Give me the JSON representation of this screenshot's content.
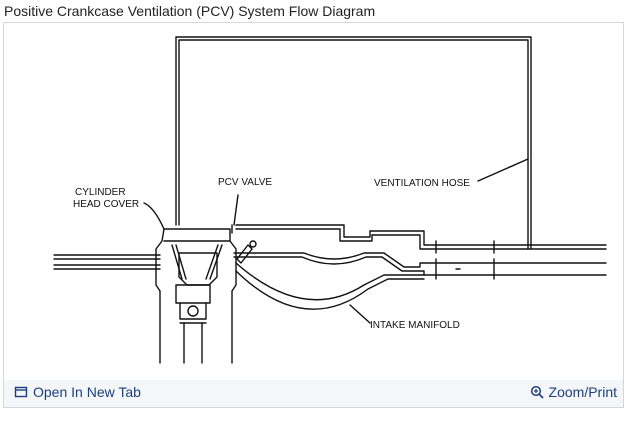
{
  "page": {
    "title": "Positive Crankcase Ventilation (PCV) System Flow Diagram"
  },
  "diagram": {
    "labels": {
      "cylinder_head_cover_line1": "CYLINDER",
      "cylinder_head_cover_line2": "HEAD COVER",
      "pcv_valve": "PCV VALVE",
      "ventilation_hose": "VENTILATION HOSE",
      "intake_manifold": "INTAKE MANIFOLD"
    }
  },
  "toolbar": {
    "open_new_tab_label": "Open In New Tab",
    "zoom_print_label": "Zoom/Print",
    "open_new_tab_icon": "open-in-new-tab-icon",
    "zoom_icon": "magnifier-zoom-icon"
  },
  "colors": {
    "link": "#1d3f7a",
    "toolbar_bg": "#f4f6f9",
    "line_art": "#111111"
  }
}
